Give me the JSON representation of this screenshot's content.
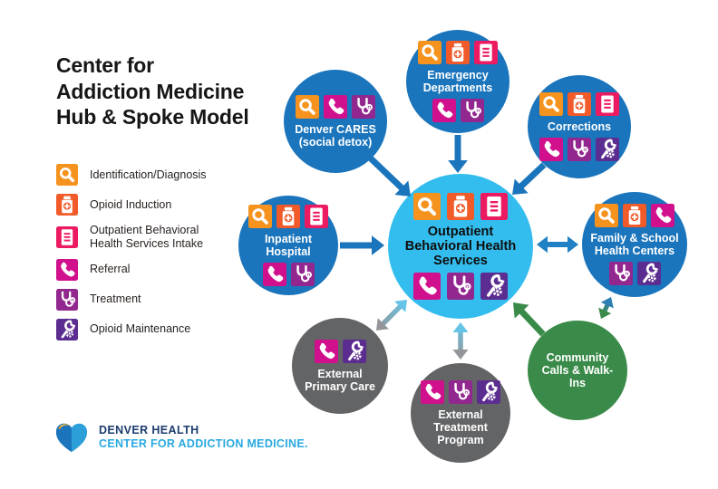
{
  "title": "Center for\nAddiction Medicine\nHub & Spoke Model",
  "legend": {
    "items": [
      {
        "icon": "identification",
        "label": "Identification/Diagnosis"
      },
      {
        "icon": "induction",
        "label": "Opioid Induction"
      },
      {
        "icon": "intake",
        "label": "Outpatient Behavioral Health Services Intake"
      },
      {
        "icon": "referral",
        "label": "Referral"
      },
      {
        "icon": "treatment",
        "label": "Treatment"
      },
      {
        "icon": "maintenance",
        "label": "Opioid Maintenance"
      }
    ]
  },
  "icon_colors": {
    "identification": "#F6921E",
    "induction": "#F15A29",
    "intake": "#EC1A60",
    "referral": "#D0108C",
    "treatment": "#92278F",
    "maintenance": "#5C2D91"
  },
  "nodes": {
    "hub": {
      "label": "Outpatient Behavioral Health Services",
      "color": "#33BDEE",
      "icons_top": [
        "identification",
        "induction",
        "intake"
      ],
      "icons_bottom": [
        "referral",
        "treatment",
        "maintenance"
      ]
    },
    "emergency": {
      "label": "Emergency Departments",
      "color": "#1B75BC",
      "icons_top": [
        "identification",
        "induction",
        "intake"
      ],
      "icons_bottom": [
        "referral",
        "treatment"
      ]
    },
    "denver_cares": {
      "label": "Denver CARES (social detox)",
      "color": "#1B75BC",
      "icons_top": [
        "identification",
        "referral",
        "treatment"
      ],
      "icons_bottom": []
    },
    "corrections": {
      "label": "Corrections",
      "color": "#1B75BC",
      "icons_top": [
        "identification",
        "induction",
        "intake"
      ],
      "icons_bottom": [
        "referral",
        "treatment",
        "maintenance"
      ]
    },
    "inpatient": {
      "label": "Inpatient Hospital",
      "color": "#1B75BC",
      "icons_top": [
        "identification",
        "induction",
        "intake"
      ],
      "icons_bottom": [
        "referral",
        "treatment"
      ]
    },
    "family": {
      "label": "Family & School Health Centers",
      "color": "#1B75BC",
      "icons_top": [
        "identification",
        "induction",
        "referral"
      ],
      "icons_bottom": [
        "treatment",
        "maintenance"
      ]
    },
    "external_primary": {
      "label": "External Primary Care",
      "color": "#636466",
      "icons_top": [
        "referral",
        "maintenance"
      ],
      "icons_bottom": []
    },
    "external_treatment": {
      "label": "External Treatment Program",
      "color": "#636466",
      "icons_top": [
        "referral",
        "treatment",
        "maintenance"
      ],
      "icons_bottom": []
    },
    "community": {
      "label": "Community Calls & Walk-Ins",
      "color": "#3A8B49",
      "icons_top": [],
      "icons_bottom": []
    }
  },
  "colors": {
    "arrow_blue": "#1B75BC",
    "arrow_double_blue": "#1F80C4",
    "arrow_teal": "#66C5E6",
    "arrow_gray": "#939598",
    "arrow_green": "#3A8B49",
    "arrow_teal_blue": "#2C7EB3",
    "title_text": "#161616",
    "legend_text": "#27221f"
  },
  "logo": {
    "line1": "DENVER HEALTH",
    "line2": "CENTER FOR ADDICTION MEDICINE.",
    "line1_color": "#1C3C6E",
    "line2_color": "#29A9E0"
  }
}
